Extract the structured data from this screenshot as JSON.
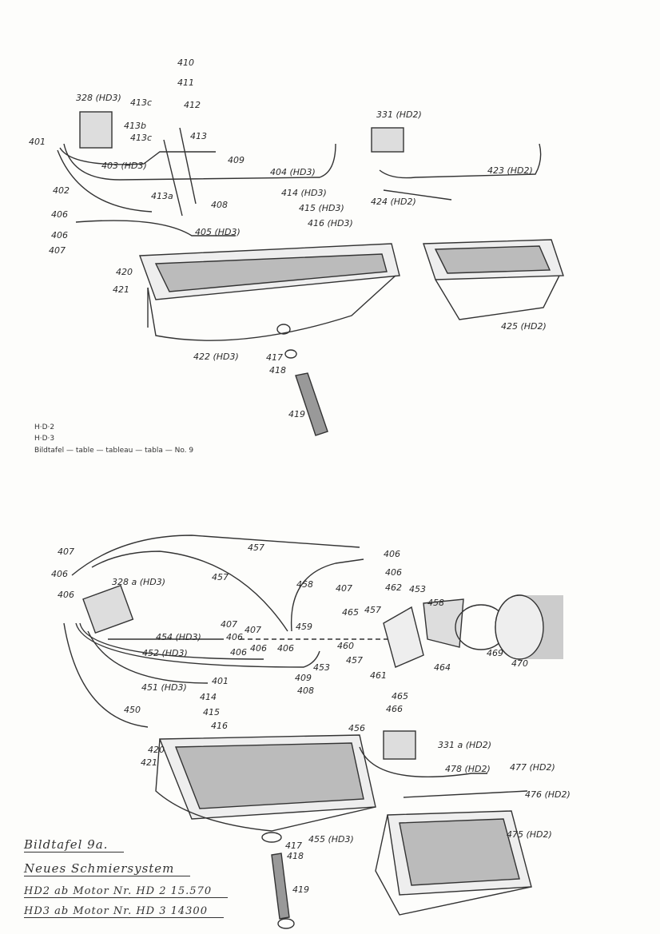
{
  "top": {
    "labels": [
      "410",
      "411",
      "412",
      "413c",
      "413b",
      "413c",
      "413",
      "328 (HD3)",
      "401",
      "403 (HD3)",
      "409",
      "404 (HD3)",
      "402",
      "413a",
      "408",
      "414 (HD3)",
      "415 (HD3)",
      "416 (HD3)",
      "406",
      "406",
      "407",
      "405 (HD3)",
      "420",
      "421",
      "331 (HD2)",
      "423 (HD2)",
      "424 (HD2)",
      "425 (HD2)",
      "422 (HD3)",
      "417",
      "418",
      "419"
    ],
    "caption": [
      "H·D·2",
      "H·D·3",
      "Bildtafel — table — tableau — tabla — No. 9"
    ]
  },
  "bottom": {
    "labels": [
      "457",
      "406",
      "407",
      "406",
      "457",
      "328 a (HD3)",
      "406",
      "458",
      "407",
      "462",
      "453",
      "458",
      "406",
      "465",
      "457",
      "459",
      "407",
      "407",
      "454 (HD3)",
      "406",
      "406",
      "406",
      "460",
      "452 (HD3)",
      "406",
      "453",
      "457",
      "461",
      "464",
      "469",
      "470",
      "401",
      "409",
      "451 (HD3)",
      "408",
      "414",
      "465",
      "466",
      "415",
      "416",
      "450",
      "456",
      "331 a (HD2)",
      "420",
      "421",
      "478 (HD2)",
      "477 (HD2)",
      "476 (HD2)",
      "475 (HD2)",
      "455 (HD3)",
      "417",
      "418",
      "419"
    ],
    "handwritten": [
      "Bildtafel 9a.",
      "Neues Schmiersystem",
      "HD2 ab Motor Nr. HD 2 15.570",
      "HD3 ab Motor Nr. HD 3 14300"
    ]
  }
}
